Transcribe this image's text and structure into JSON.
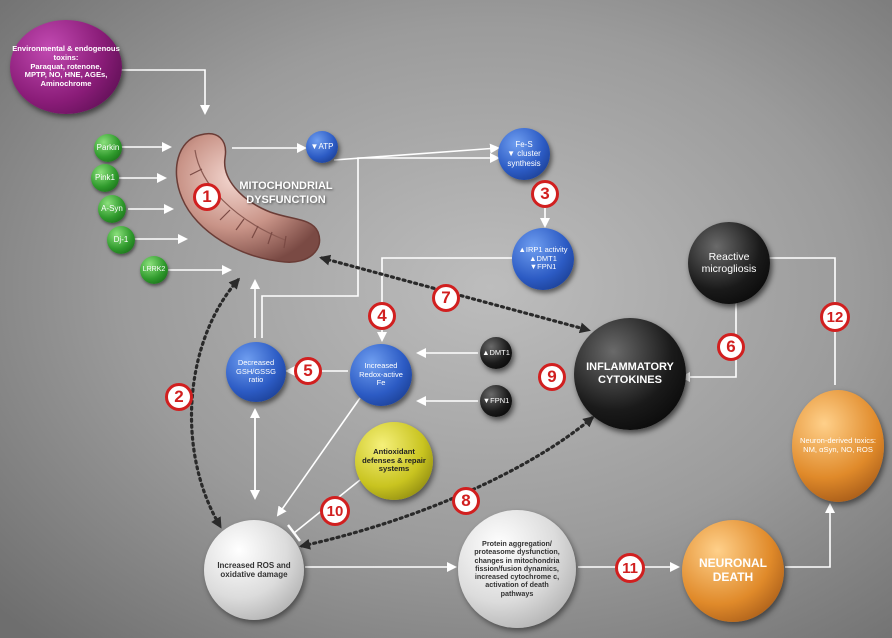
{
  "toxins": {
    "title": "Environmental & endogenous toxins:",
    "line1": "Paraquat, rotenone,",
    "line2": "MPTP, NO, HNE, AGEs,",
    "line3": "Aminochrome"
  },
  "genes": [
    "Parkin",
    "Pink1",
    "A-Syn",
    "Dj-1",
    "LRRK2"
  ],
  "mito": {
    "line1": "MITOCHONDRIAL",
    "line2": "DYSFUNCTION"
  },
  "atp": "▼ATP",
  "fes": {
    "line1": "Fe-S",
    "line2": "▼ cluster",
    "line3": "synthesis"
  },
  "irp": {
    "line1": "▲IRP1 activity",
    "line2": "▲DMT1",
    "line3": "▼FPN1"
  },
  "microgliosis": {
    "line1": "Reactive",
    "line2": "microgliosis"
  },
  "gsh": {
    "line1": "Decreased",
    "line2": "GSH/GSSG",
    "line3": "ratio"
  },
  "fe": {
    "line1": "Increased",
    "line2": "Redox-active",
    "line3": "Fe"
  },
  "dmt1": "▲DMT1",
  "fpn1": "▼FPN1",
  "cytokines": {
    "line1": "INFLAMMATORY",
    "line2": "CYTOKINES"
  },
  "antioxidant": {
    "line1": "Antioxidant",
    "line2": "defenses & repair",
    "line3": "systems"
  },
  "ros": {
    "line1": "Increased ROS and",
    "line2": "oxidative damage"
  },
  "protein": {
    "line1": "Protein aggregation/",
    "line2": "proteasome dysfunction,",
    "line3": "changes in mitochondria",
    "line4": "fission/fusion dynamics,",
    "line5": "increased cytochrome c,",
    "line6": "activation of death",
    "line7": "pathways"
  },
  "neuronal": {
    "line1": "NEURONAL",
    "line2": "DEATH"
  },
  "neuronderived": {
    "line1": "Neuron-derived toxics:",
    "line2": "NM, αSyn, NO, ROS"
  },
  "steps": [
    "1",
    "2",
    "3",
    "4",
    "5",
    "6",
    "7",
    "8",
    "9",
    "10",
    "11",
    "12"
  ],
  "colors": {
    "badge_border": "#d11f1f",
    "arrow": "#ffffff",
    "dotted_arrow": "#2a2a2a"
  }
}
